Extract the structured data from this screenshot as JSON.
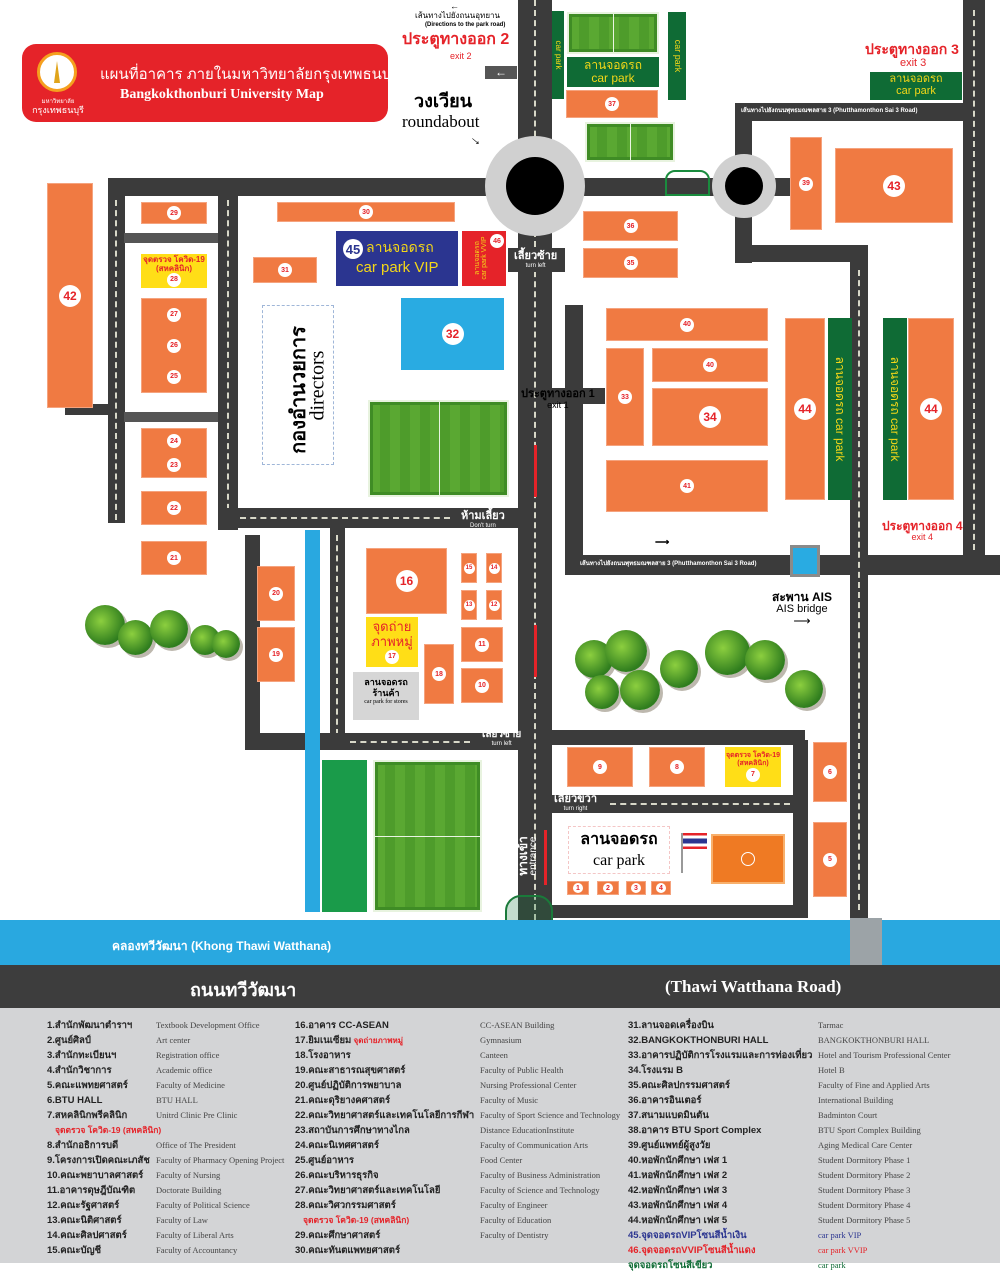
{
  "header": {
    "title_th": "แผนที่อาคาร ภายในมหาวิทยาลัยกรุงเทพธนบุรี",
    "title_en": "Bangkokthonburi University Map",
    "logo_text_1": "มหาวิทยาลัย",
    "logo_text_2": "กรุงเทพธนบุรี"
  },
  "labels": {
    "park_road_th": "เส้นทางไปยังถนนอุทยาน",
    "park_road_en": "(Directions to the park road)",
    "exit2_th": "ประตูทางออก 2",
    "exit2_en": "exit 2",
    "exit3_th": "ประตูทางออก 3",
    "exit3_en": "exit 3",
    "exit1_th": "ประตูทางออก 1",
    "exit1_en": "exit 1",
    "exit4_th": "ประตูทางออก 4",
    "exit4_en": "exit 4",
    "roundabout_th": "วงเวียน",
    "roundabout_en": "roundabout",
    "sai3_road": "เส้นทางไปยังถนนพุทธมณฑลสาย 3 (Phutthamonthon Sai 3 Road)",
    "turn_left_th": "เลี้ยวซ้าย",
    "turn_left_en": "turn left",
    "turn_right_th": "เลี้ยวขวา",
    "turn_right_en": "turn right",
    "dont_turn_th": "ห้ามเลี้ยว",
    "dont_turn_en": "Don't turn",
    "ais_bridge_th": "สะพาน AIS",
    "ais_bridge_en": "AIS bridge",
    "entrance_th": "ทางเข้า",
    "entrance_en": "entrance",
    "car_park_th": "ลานจอดรถ",
    "car_park_en": "car park",
    "car_park_vip_en": "car park VIP",
    "car_park_vvip_en": "car park VVIP",
    "photo_spot_th_1": "จุดถ่าย",
    "photo_spot_th_2": "ภาพหมู่",
    "store_park_th_1": "ลานจอดรถ",
    "store_park_th_2": "ร้านค้า",
    "store_park_en": "car park for stores",
    "covid_th": "จุดตรวจ โควิด-19",
    "covid_clinic": "(สหคลินิก)",
    "directors_th": "กองอำนวยการ",
    "directors_en": "directors",
    "canal": "คลองทวีวัฒนา (Khong Thawi Watthana)",
    "road_th": "ถนนทวีวัฒนา",
    "road_en": "(Thawi Watthana Road)"
  },
  "buildings": {
    "b1": "1",
    "b2": "2",
    "b3": "3",
    "b4": "4",
    "b5": "5",
    "b6": "6",
    "b7": "7",
    "b8": "8",
    "b9": "9",
    "b10": "10",
    "b11": "11",
    "b12": "12",
    "b13": "13",
    "b14": "14",
    "b15": "15",
    "b16": "16",
    "b17": "17",
    "b18": "18",
    "b19": "19",
    "b20": "20",
    "b21": "21",
    "b22": "22",
    "b23": "23",
    "b24": "24",
    "b25": "25",
    "b26": "26",
    "b27": "27",
    "b28": "28",
    "b29": "29",
    "b30": "30",
    "b31": "31",
    "b32": "32",
    "b33": "33",
    "b34": "34",
    "b35": "35",
    "b36": "36",
    "b37": "37",
    "b39": "39",
    "b40": "40",
    "b41": "41",
    "b42": "42",
    "b43": "43",
    "b44": "44",
    "b45": "45",
    "b46": "46"
  },
  "legend": {
    "col1_th": [
      "1.สำนักพัฒนาตำราฯ",
      "2.ศูนย์ศิลป์",
      "3.สำนักทะเบียนฯ",
      "4.สำนักวิชาการ",
      "5.คณะแพทยศาสตร์",
      "6.BTU HALL",
      "7.สหคลินิกพรีคลินิก",
      "จุดตรวจ โควิด-19 (สหคลินิก)",
      "8.สำนักอธิการบดี",
      "9.โครงการเปิดคณะเภสัช",
      "10.คณะพยาบาลศาสตร์",
      "11.อาคารดุษฎีบัณฑิต",
      "12.คณะรัฐศาสตร์",
      "13.คณะนิติศาสตร์",
      "14.คณะศิลปศาสตร์",
      "15.คณะบัญชี"
    ],
    "col1_en": [
      "Textbook Development Office",
      "Art center",
      "Registration office",
      "Academic office",
      "Faculty of Medicine",
      "BTU HALL",
      "Unitrd Clinic Pre Clinic",
      "",
      "Office of The President",
      "Faculty of Pharmacy Opening Project",
      "Faculty of Nursing",
      "Doctorate Building",
      "Faculty of Political Science",
      "Faculty of Law",
      "Faculty of Liberal Arts",
      "Faculty of Accountancy"
    ],
    "col2_th": [
      "16.อาคาร CC-ASEAN",
      "17.ยิมเนเซียม",
      "18.โรงอาหาร",
      "19.คณะสาธารณสุขศาสตร์",
      "20.ศูนย์ปฏิบัติการพยาบาล",
      "21.คณะดุริยางคศาสตร์",
      "22.คณะวิทยาศาสตร์และเทคโนโลยีการกีฬา",
      "23.สถาบันการศึกษาทางไกล",
      "24.คณะนิเทศศาสตร์",
      "25.ศูนย์อาหาร",
      "26.คณะบริหารธุรกิจ",
      "27.คณะวิทยาศาสตร์และเทคโนโลยี",
      "28.คณะวิศวกรรมศาสตร์",
      "จุดตรวจ โควิด-19 (สหคลินิก)",
      "29.คณะศึกษาศาสตร์",
      "30.คณะทันตแพทยศาสตร์"
    ],
    "col2_note_17": "จุดถ่ายภาพหมู่",
    "col2_en": [
      "CC-ASEAN Building",
      "Gymnasium",
      "Canteen",
      "Faculty of Public Health",
      "Nursing Professional Center",
      "Faculty of Music",
      "Faculty of Sport Science and Technology",
      "Distance EducationInstitute",
      "Faculty of Communication Arts",
      "Food Center",
      "Faculty of Business Administration",
      "Faculty of Science and Technology",
      "Faculty of Engineer",
      "Faculty of Education",
      "Faculty of Dentistry"
    ],
    "col3_th": [
      "31.ลานจอดเครื่องบิน",
      "32.BANGKOKTHONBURI HALL",
      "33.อาคารปฏิบัติการโรงแรมและการท่องเที่ยว",
      "34.โรงแรม B",
      "35.คณะศิลปกรรมศาสตร์",
      "36.อาคารอินเตอร์",
      "37.สนามแบดมินตัน",
      "38.อาคาร BTU Sport Complex",
      "39.ศูนย์แพทย์ผู้สูงวัย",
      "40.หอพักนักศึกษา เฟส 1",
      "41.หอพักนักศึกษา เฟส 2",
      "42.หอพักนักศึกษา เฟส 3",
      "43.หอพักนักศึกษา เฟส 4",
      "44.หอพักนักศึกษา เฟส 5",
      "45.จุดจอดรถVIPโซนสีน้ำเงิน",
      "46.จุดจอดรถVVIPโซนสีน้ำแดง",
      "จุดจอดรถโซนสีเขียว"
    ],
    "col3_en": [
      "Tarmac",
      "BANGKOKTHONBURI HALL",
      "Hotel and Tourism Professional Center",
      "Hotel B",
      "Faculty of Fine and Applied Arts",
      "International Building",
      "Badminton Court",
      "BTU Sport Complex Building",
      "Aging Medical Care Center",
      "Student Dormitory Phase 1",
      "Student Dormitory Phase 2",
      "Student Dormitory Phase 3",
      "Student Dormitory Phase 4",
      "Student Dormitory Phase 5",
      "car park VIP",
      "car park VVIP",
      "car park"
    ]
  },
  "colors": {
    "building": "#f07a42",
    "road": "#3b3b3b",
    "vip": "#2b3590",
    "vvip": "#e52329",
    "green_zone": "#0f6b35",
    "water": "#29a8e0",
    "accent_red": "#e52329"
  }
}
